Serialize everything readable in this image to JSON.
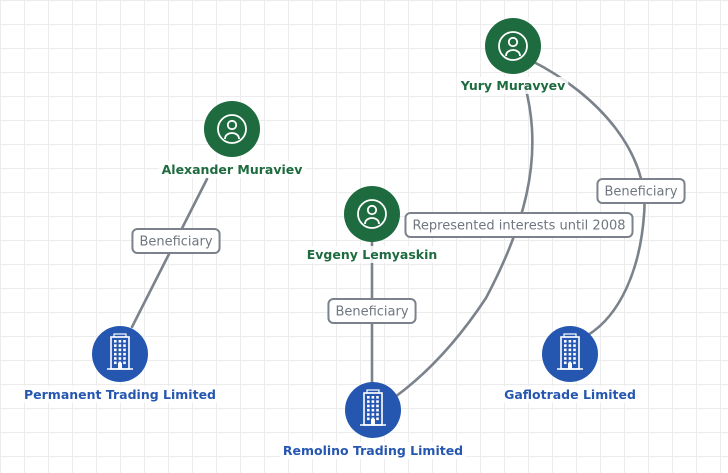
{
  "colors": {
    "person": "#1e6b3f",
    "company": "#2657b0",
    "edge": "#7b828c",
    "edge_label_border": "#7b828c",
    "edge_label_text": "#6f7680"
  },
  "nodes": [
    {
      "id": "yury",
      "type": "person",
      "icon": "person-icon",
      "label": "Yury Muravyev"
    },
    {
      "id": "alexander",
      "type": "person",
      "icon": "person-icon",
      "label": "Alexander Muraviev"
    },
    {
      "id": "evgeny",
      "type": "person",
      "icon": "person-icon",
      "label": "Evgeny Lemyaskin"
    },
    {
      "id": "permanent",
      "type": "company",
      "icon": "building-icon",
      "label": "Permanent Trading Limited"
    },
    {
      "id": "remolino",
      "type": "company",
      "icon": "building-icon",
      "label": "Remolino Trading Limited"
    },
    {
      "id": "gaflotrade",
      "type": "company",
      "icon": "building-icon",
      "label": "Gaflotrade Limited"
    }
  ],
  "edges": [
    {
      "id": "alexander-permanent",
      "from": "alexander",
      "to": "permanent",
      "label": "Beneficiary"
    },
    {
      "id": "evgeny-remolino",
      "from": "evgeny",
      "to": "remolino",
      "label": "Beneficiary"
    },
    {
      "id": "yury-remolino",
      "from": "yury",
      "to": "remolino",
      "label": "Represented interests until 2008"
    },
    {
      "id": "yury-gaflotrade",
      "from": "yury",
      "to": "gaflotrade",
      "label": "Beneficiary"
    }
  ]
}
